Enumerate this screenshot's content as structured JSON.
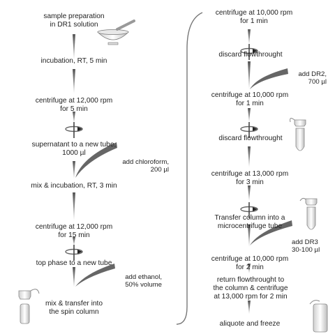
{
  "left_column": {
    "step1": "sample preparation\nin DR1 solution",
    "step2": "incubation, RT, 5 min",
    "step3": "centrifuge at 12,000 rpm\nfor 5 min",
    "step4": "supernatant to a new tube,\n1000 µl",
    "add_chloroform": "add chloroform,\n200 µl",
    "step5": "mix & incubation, RT, 3 min",
    "step6": "centrifuge at 12,000 rpm\nfor 15 min",
    "step7": "top phase to a new tube",
    "add_ethanol": "add ethanol,\n50% volume",
    "step8": "mix & transfer into\nthe spin column"
  },
  "right_column": {
    "step1": "centrifuge at 10,000 rpm\nfor 1 min",
    "step2": "discard flowthrought",
    "add_dr2": "add DR2,\n700 µl",
    "step3": "centrifuge at 10,000 rpm\nfor 1 min",
    "step4": "discard flowthrought",
    "step5": "centrifuge at 13,000 rpm\nfor 3 min",
    "step6": "Transfer column into a\nmicrocentrifuge tube",
    "add_dr3": "add DR3\n30-100 µl",
    "step7": "centrifuge at 10,000 rpm\nfor 2 min",
    "step8": "return flowthrought to\nthe column & centrifuge\nat 13,000 rpm for 2 min",
    "step9": "aliquote and freeze"
  }
}
